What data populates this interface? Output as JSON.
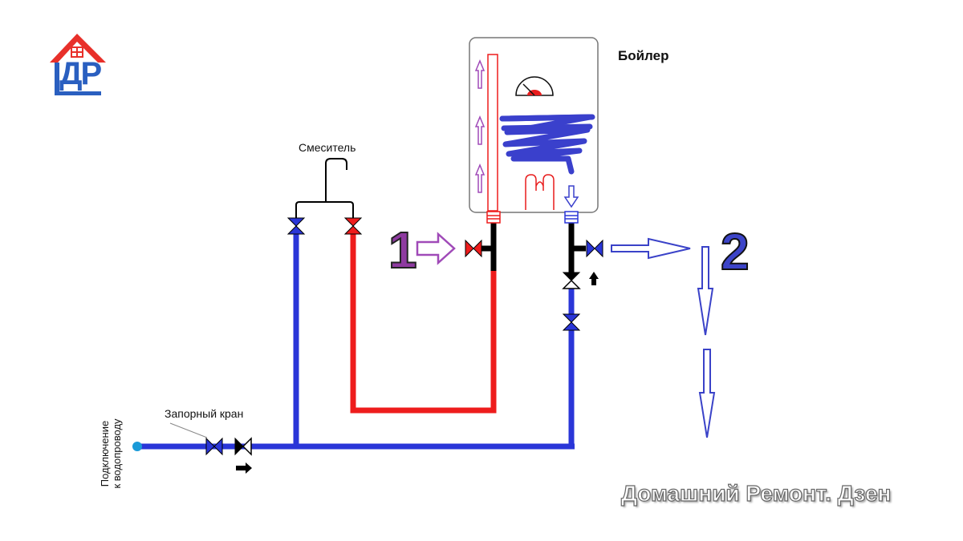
{
  "labels": {
    "boiler": "Бойлер",
    "mixer": "Смеситель",
    "shutoff_valve": "Запорный кран",
    "connection_line1": "Подключение",
    "connection_line2": "к водопроводу"
  },
  "markers": {
    "one": "1",
    "two": "2"
  },
  "logo": {
    "letters": "ДР"
  },
  "watermark": "Домашний Ремонт. Дзен",
  "colors": {
    "cold_pipe": "#2a36d8",
    "hot_pipe": "#ee1c1c",
    "flow_arrow_1": "#a04ab8",
    "flow_arrow_2": "#3a42c8",
    "logo_roof": "#e8302a",
    "logo_letters": "#2a5fc0"
  },
  "icons": [
    "house-logo-icon",
    "shutoff-valve-icon",
    "check-valve-icon",
    "flow-arrow-icon",
    "water-connection-icon",
    "boiler-gauge-icon"
  ]
}
